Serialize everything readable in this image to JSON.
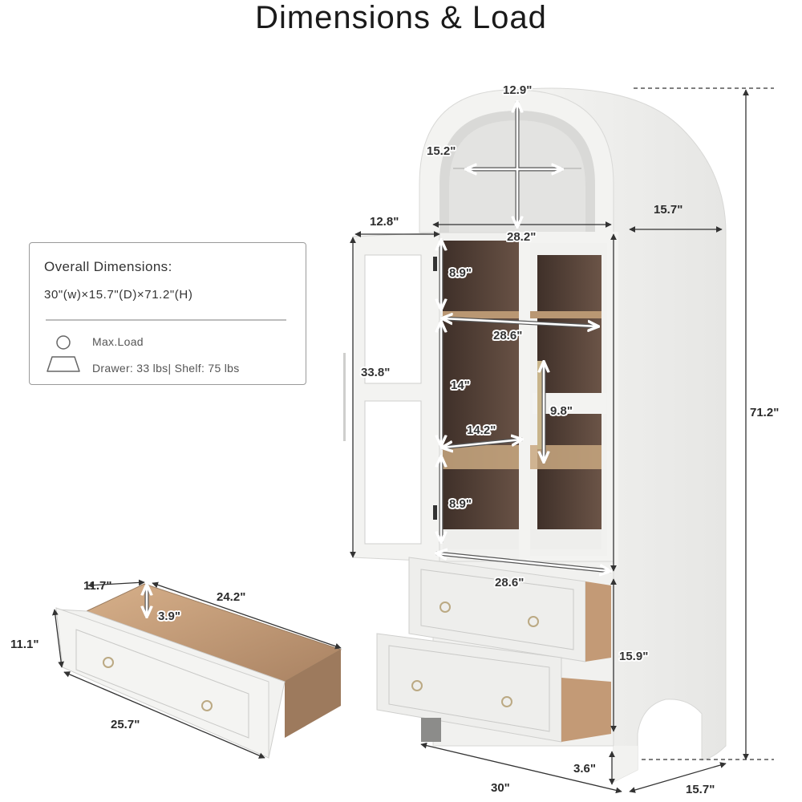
{
  "header": {
    "title": "Dimensions & Load"
  },
  "info_box": {
    "heading": "Overall Dimensions:",
    "overall": "30\"(w)×15.7\"(D)×71.2\"(H)",
    "load_title": "Max.Load",
    "load_spec": "Drawer: 33 lbs| Shelf: 75 lbs",
    "icon": "person-load-icon"
  },
  "cabinet": {
    "arch_height": "12.9\"",
    "arch_inner_width": "15.2\"",
    "arch_depth": "15.7\"",
    "door_width": "12.8\"",
    "cabinet_inner_width": "28.2\"",
    "door_height": "33.8\"",
    "top_shelf_gap": "8.9\"",
    "shelf_width": "28.6\"",
    "middle_shelf_gap": "14\"",
    "shelf_depth": "14.2\"",
    "handle_length": "9.8\"",
    "bottom_shelf_gap": "8.9\"",
    "drawer_section_width": "28.6\"",
    "drawer_section_height": "15.9\"",
    "leg_height": "3.6\"",
    "total_width": "30\"",
    "total_depth": "15.7\"",
    "total_height": "71.2\""
  },
  "drawer": {
    "depth": "11.7\"",
    "length": "24.2\"",
    "inner_height": "3.9\"",
    "front_height": "11.1\"",
    "front_width": "25.7\""
  },
  "colors": {
    "cabinet_white": "#f2f2f0",
    "cabinet_shadow": "#dcdcda",
    "interior_wood": "#5a4438",
    "drawer_wood": "#c49a74",
    "brass": "#c8b48a"
  }
}
